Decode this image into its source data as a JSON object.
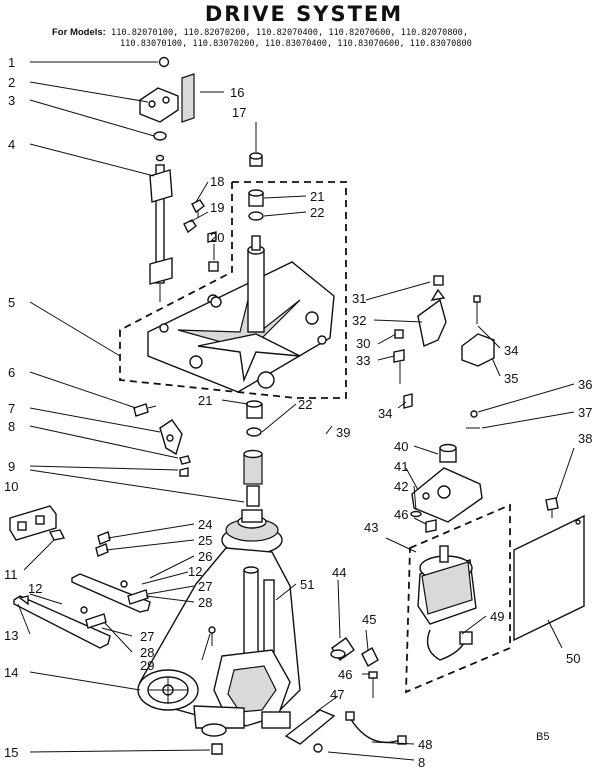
{
  "header": {
    "title": "DRIVE SYSTEM",
    "models_label": "For Models:",
    "models_line1": "110.82070100,  110.82070200,  110.82070400,  110.82070600,  110.82070800,",
    "models_line2": "110.83070100,  110.83070200,  110.83070400,  110.83070600,  110.83070800"
  },
  "page_code": "B5",
  "callouts": {
    "c1": "1",
    "c2": "2",
    "c3": "3",
    "c4": "4",
    "c5": "5",
    "c6": "6",
    "c7": "7",
    "c8a": "8",
    "c8b": "8",
    "c9": "9",
    "c10": "10",
    "c11": "11",
    "c12a": "12",
    "c12b": "12",
    "c13": "13",
    "c14": "14",
    "c15": "15",
    "c16": "16",
    "c17": "17",
    "c18": "18",
    "c19": "19",
    "c20": "20",
    "c21a": "21",
    "c21b": "21",
    "c22a": "22",
    "c22b": "22",
    "c24": "24",
    "c25": "25",
    "c26": "26",
    "c27a": "27",
    "c27b": "27",
    "c28a": "28",
    "c28b": "28",
    "c29": "29",
    "c30": "30",
    "c31": "31",
    "c32": "32",
    "c33": "33",
    "c34a": "34",
    "c34b": "34",
    "c35": "35",
    "c36": "36",
    "c37": "37",
    "c38": "38",
    "c39": "39",
    "c40": "40",
    "c41": "41",
    "c42": "42",
    "c43": "43",
    "c44": "44",
    "c45": "45",
    "c46a": "46",
    "c46b": "46",
    "c47": "47",
    "c48": "48",
    "c49": "49",
    "c50": "50",
    "c51": "51"
  }
}
